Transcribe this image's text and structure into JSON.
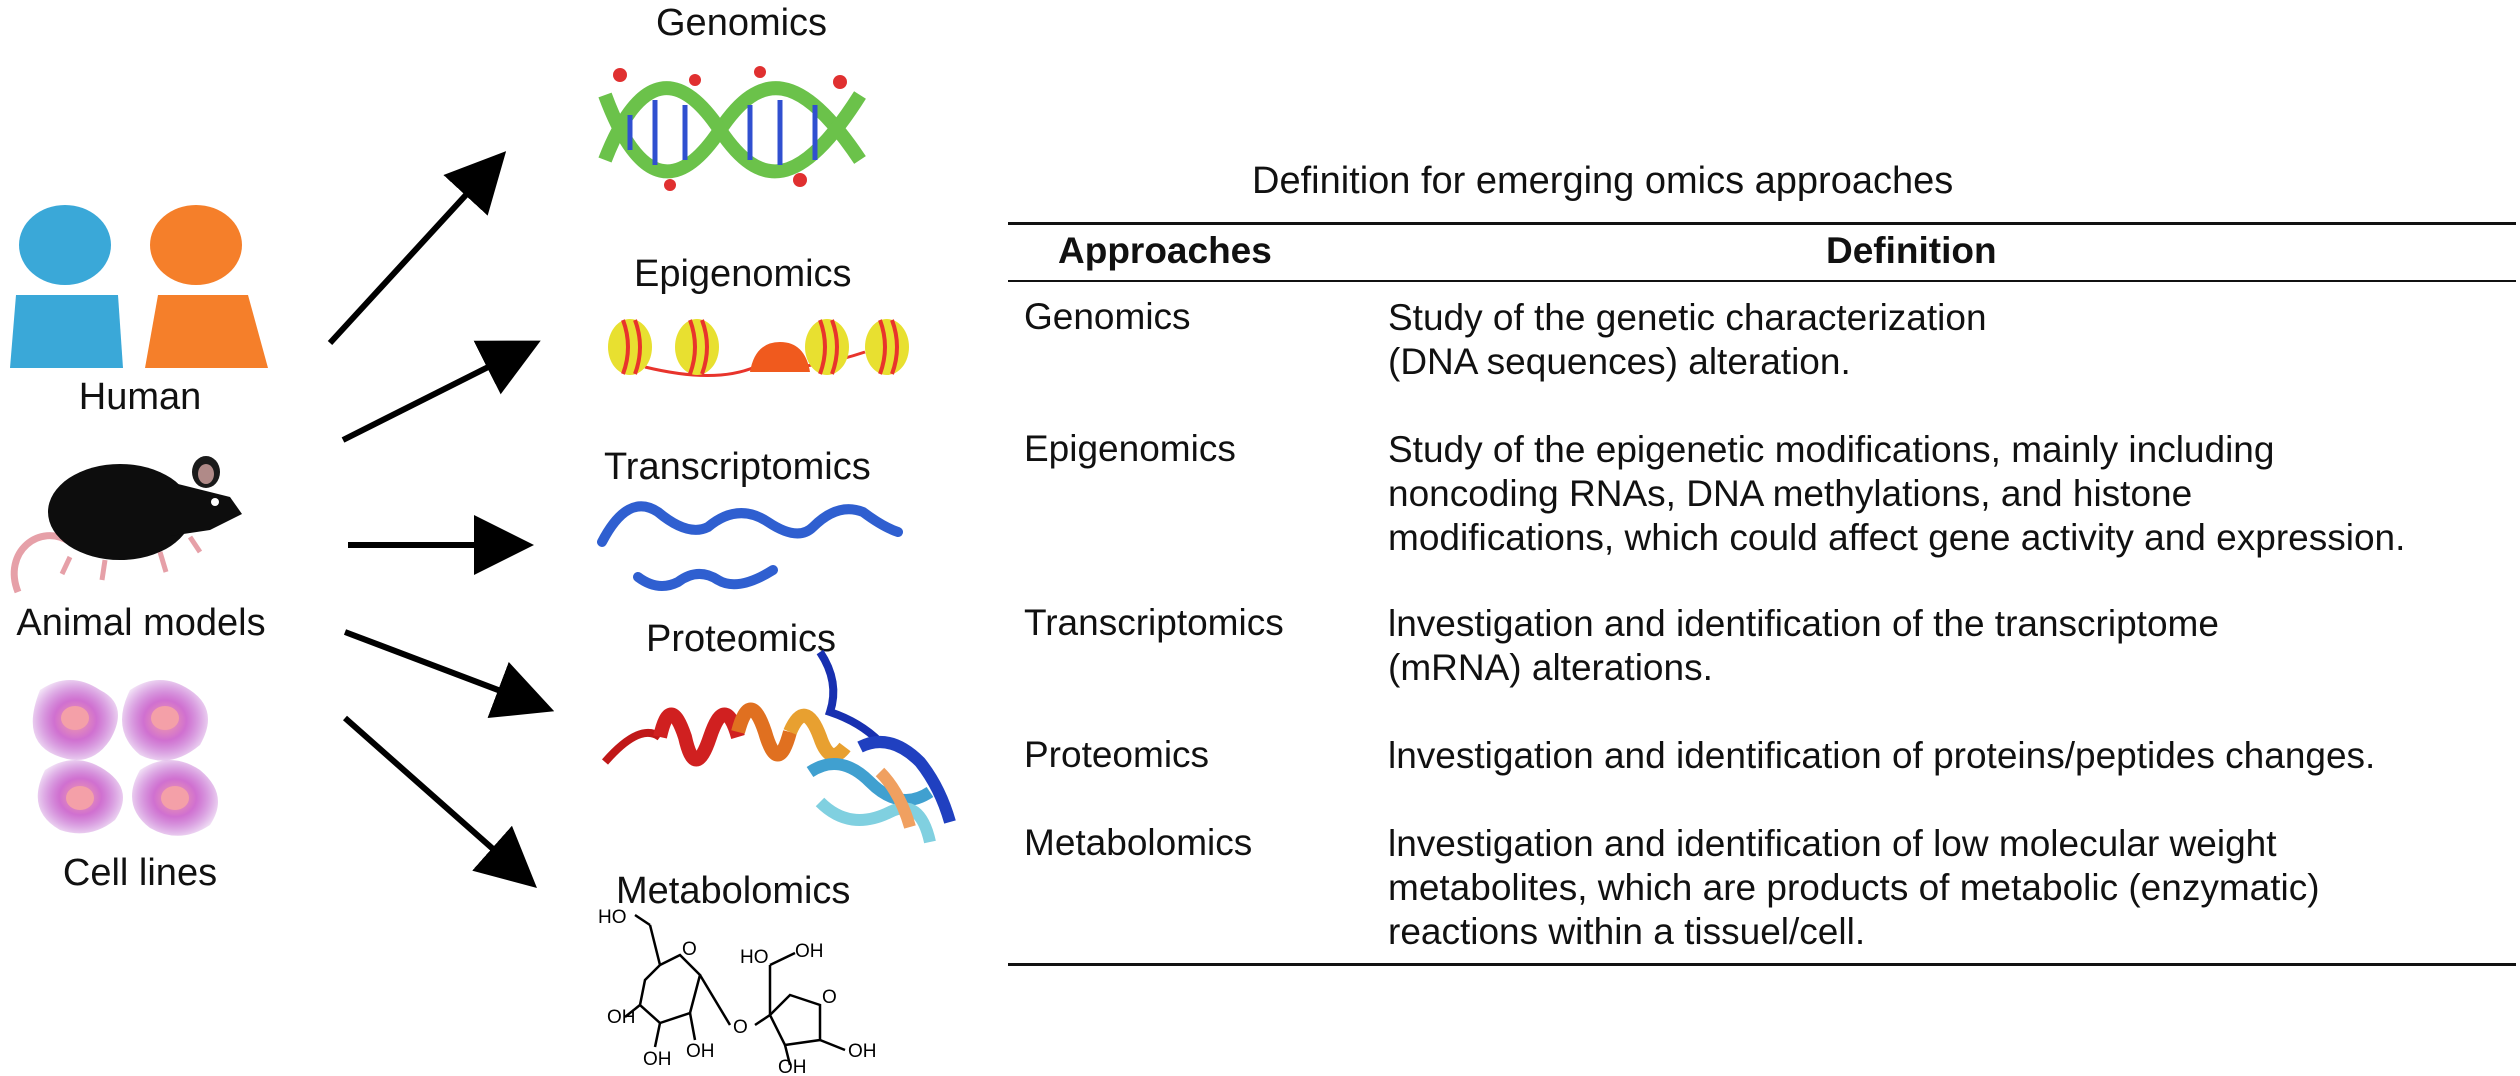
{
  "sources": {
    "human": "Human",
    "animal_models": "Animal models",
    "cell_lines": "Cell lines"
  },
  "omics": {
    "genomics": "Genomics",
    "epigenomics": "Epigenomics",
    "transcriptomics": "Transcriptomics",
    "proteomics": "Proteomics",
    "metabolomics": "Metabolomics"
  },
  "molecule_labels": {
    "ho_top": "HO",
    "oh": "OH",
    "o": "O",
    "ho": "HO"
  },
  "table": {
    "caption": "Definition for emerging omics approaches",
    "headers": {
      "approaches": "Approaches",
      "definition": "Definition"
    },
    "rows": [
      {
        "term": "Genomics",
        "definition": "Study of the genetic characterization\n(DNA sequences) alteration."
      },
      {
        "term": "Epigenomics",
        "definition": "Study of the epigenetic modifications, mainly including\nnoncoding RNAs, DNA methylations, and histone\nmodifications, which could affect gene activity and expression."
      },
      {
        "term": "Transcriptomics",
        "definition": "lnvestigation and identification of the transcriptome\n(mRNA) alterations."
      },
      {
        "term": "Proteomics",
        "definition": "lnvestigation and identification of proteins/peptides changes."
      },
      {
        "term": "Metabolomics",
        "definition": "lnvestigation and identification of low molecular weight\nmetabolites, which are products of metabolic (enzymatic)\nreactions within a tissuel/cell."
      }
    ]
  },
  "colors": {
    "human_blue": "#3aa8d8",
    "human_orange": "#f57f2a",
    "dna_green": "#6bc24a",
    "nucleosome_yellow": "#e8e030",
    "nucleosome_red": "#e8342c",
    "rna_blue": "#2f5fd0",
    "cell_purple": "#b04ac8",
    "cell_core": "#f4a0a8"
  }
}
